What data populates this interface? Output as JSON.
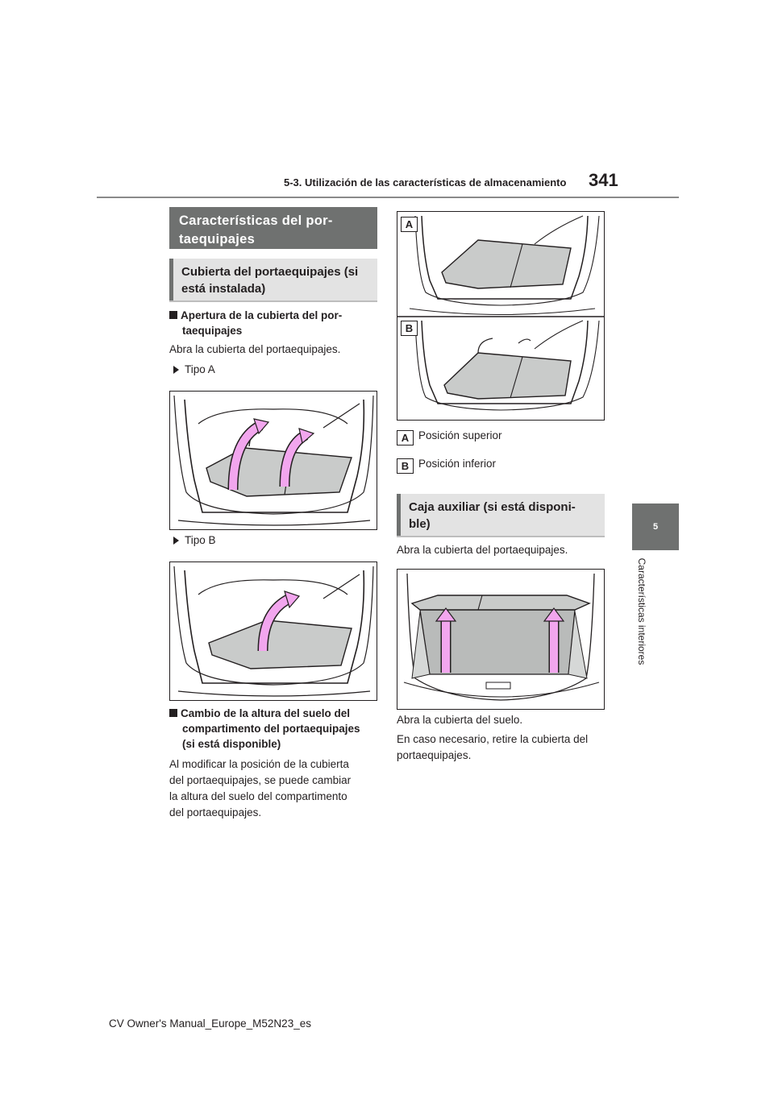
{
  "header": {
    "section": "5-3. Utilización de las características de almacenamiento",
    "page_number": "341"
  },
  "side_tab": {
    "chapter_number": "5",
    "chapter_label": "Características interiores"
  },
  "left_column": {
    "section_title": "Características del portaequipajes",
    "section_title_line1": "Características del por-",
    "section_title_line2": "taequipajes",
    "subsection_title_line1": "Cubierta del portaequipajes (si",
    "subsection_title_line2": "está instalada)",
    "para1_head_line1": "Apertura de la cubierta del por-",
    "para1_head_line2": "taequipajes",
    "para1_text": "Abra la cubierta del portaequipajes.",
    "type_a": "Tipo A",
    "type_b": "Tipo B",
    "para2_head_line1": "Cambio de la altura del suelo del",
    "para2_head_line2": "compartimento del portaequipajes",
    "para2_head_line3": "(si está disponible)",
    "para2_text_line1": "Al modificar la posición de la cubierta",
    "para2_text_line2": "del portaequipajes, se puede cambiar",
    "para2_text_line3": "la altura del suelo del compartimento",
    "para2_text_line4": "del portaequipajes."
  },
  "right_column": {
    "figure_label_a": "A",
    "figure_label_b": "B",
    "legend": [
      {
        "letter": "A",
        "text": "Posición superior"
      },
      {
        "letter": "B",
        "text": "Posición inferior"
      }
    ],
    "subsection_title_line1": "Caja auxiliar (si está disponi-",
    "subsection_title_line2": "ble)",
    "text1": "Abra la cubierta del portaequipajes.",
    "text2": "Abra la cubierta del suelo.",
    "text3_line1": "En caso necesario, retire la cubierta del",
    "text3_line2": "portaequipajes."
  },
  "footer": {
    "text": "CV Owner's Manual_Europe_M52N23_es"
  },
  "colors": {
    "title_bar": "#6f7170",
    "subtitle_bg": "#e3e3e3",
    "arrow_pink": "#f2a6ee",
    "cover_gray": "#c9cbca"
  }
}
